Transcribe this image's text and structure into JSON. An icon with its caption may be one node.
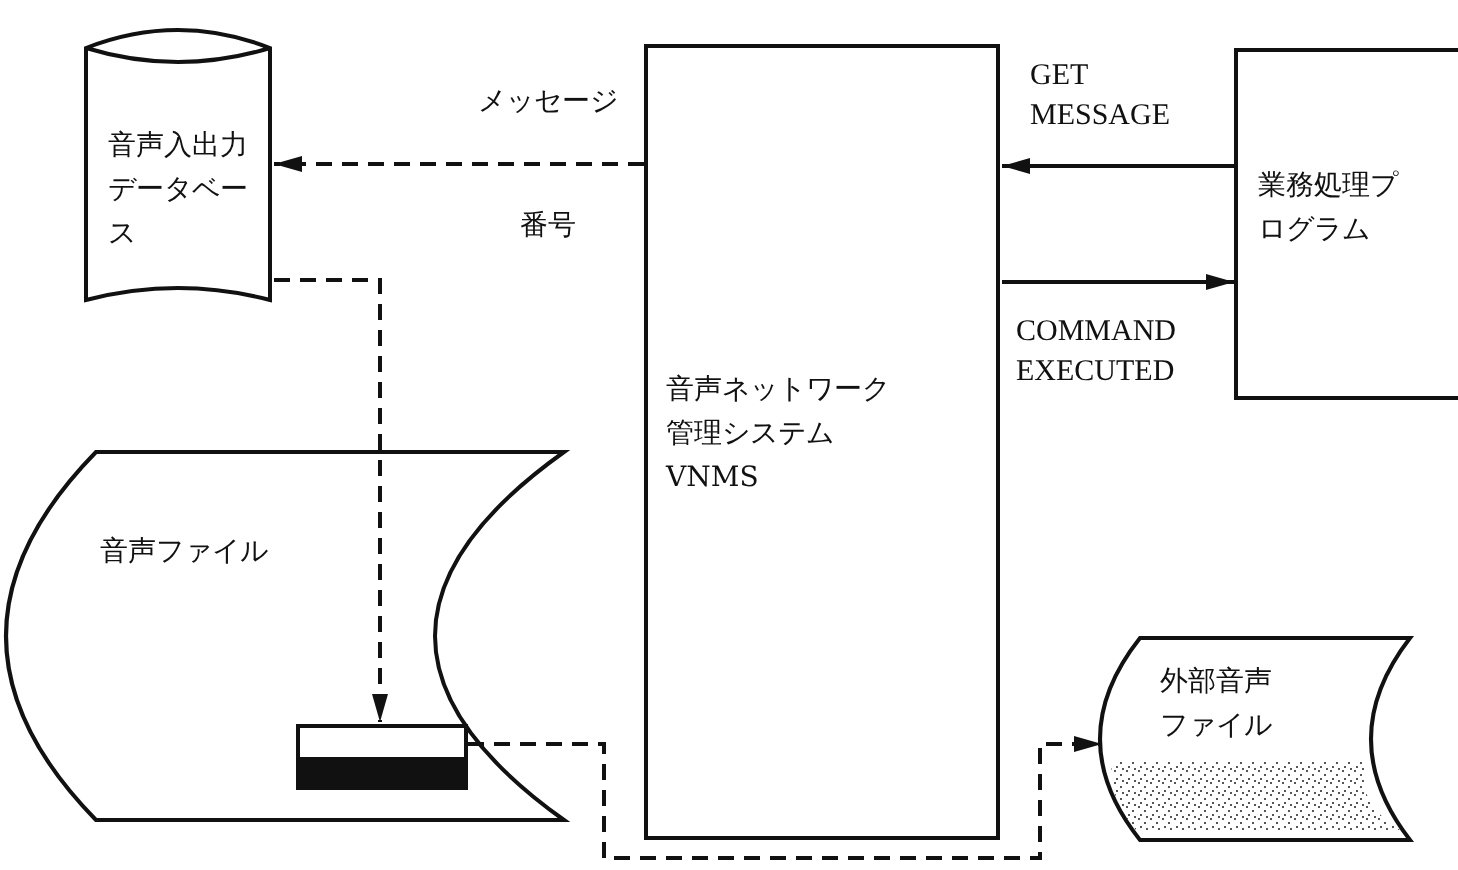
{
  "diagram": {
    "nodes": [
      {
        "text": [
          "音声入出力データベース"
        ]
      },
      {
        "text": [
          "音声ネットワーク管理システム VNMS"
        ]
      },
      {
        "text": [
          "業務処理プログラム"
        ]
      },
      {
        "text": [
          "音声ファイル"
        ]
      },
      {
        "text": [],
        "shape": "bar",
        "in": 3
      },
      {
        "text": [
          "外部音声ファイル"
        ]
      }
    ],
    "edges": [
      {
        "from": 1,
        "to": 0,
        "arrow": "to",
        "style": "dashed",
        "label": "メッセージ番号"
      },
      {
        "from": 2,
        "to": 1,
        "arrow": "to",
        "label": "GET MESSAGE"
      },
      {
        "from": 1,
        "to": 2,
        "arrow": "to",
        "label": "COMMAND EXECUTED"
      },
      {
        "from": 0,
        "to": 4,
        "arrow": "to",
        "style": "dashed"
      },
      {
        "from": 4,
        "to": 5,
        "arrow": "to",
        "style": "dashed"
      }
    ]
  }
}
